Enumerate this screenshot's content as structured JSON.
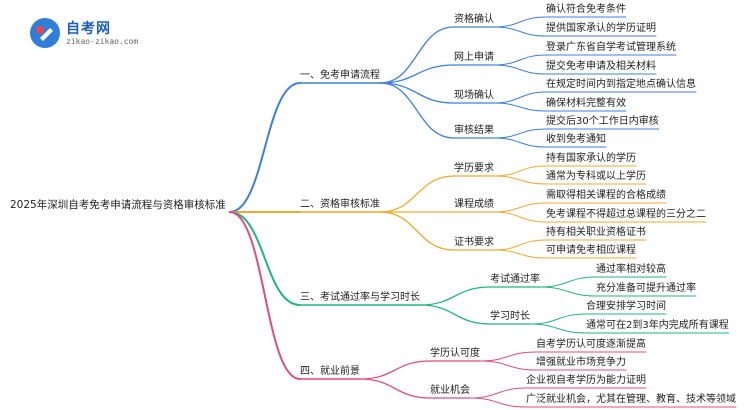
{
  "logo": {
    "title": "自考网",
    "subtitle": "zikao-zikao.com"
  },
  "mindmap": {
    "root": "2025年深圳自考免考申请流程与资格审核标准",
    "branches": [
      {
        "label": "一、免考申请流程",
        "color": "#3d7fe0",
        "children": [
          {
            "label": "资格确认",
            "leaves": [
              "确认符合免考条件",
              "提供国家承认的学历证明"
            ]
          },
          {
            "label": "网上申请",
            "leaves": [
              "登录广东省自学考试管理系统",
              "提交免考申请及相关材料"
            ]
          },
          {
            "label": "现场确认",
            "leaves": [
              "在规定时间内到指定地点确认信息",
              "确保材料完整有效"
            ]
          },
          {
            "label": "审核结果",
            "leaves": [
              "提交后30个工作日内审核",
              "收到免考通知"
            ]
          }
        ]
      },
      {
        "label": "二、资格审核标准",
        "color": "#f0a92e",
        "children": [
          {
            "label": "学历要求",
            "leaves": [
              "持有国家承认的学历",
              "通常为专科或以上学历"
            ]
          },
          {
            "label": "课程成绩",
            "leaves": [
              "需取得相关课程的合格成绩",
              "免考课程不得超过总课程的三分之二"
            ]
          },
          {
            "label": "证书要求",
            "leaves": [
              "持有相关职业资格证书",
              "可申请免考相应课程"
            ]
          }
        ]
      },
      {
        "label": "三、考试通过率与学习时长",
        "color": "#22b584",
        "children": [
          {
            "label": "考试通过率",
            "leaves": [
              "通过率相对较高",
              "充分准备可提升通过率"
            ]
          },
          {
            "label": "学习时长",
            "leaves": [
              "合理安排学习时间",
              "通常可在2到3年内完成所有课程"
            ]
          }
        ]
      },
      {
        "label": "四、就业前景",
        "color": "#e04d80",
        "children": [
          {
            "label": "学历认可度",
            "leaves": [
              "自考学历认可度逐渐提高",
              "增强就业市场竞争力"
            ]
          },
          {
            "label": "就业机会",
            "leaves": [
              "企业视自考学历为能力证明",
              "广泛就业机会，尤其在管理、教育、技术等领域"
            ]
          }
        ]
      }
    ]
  }
}
